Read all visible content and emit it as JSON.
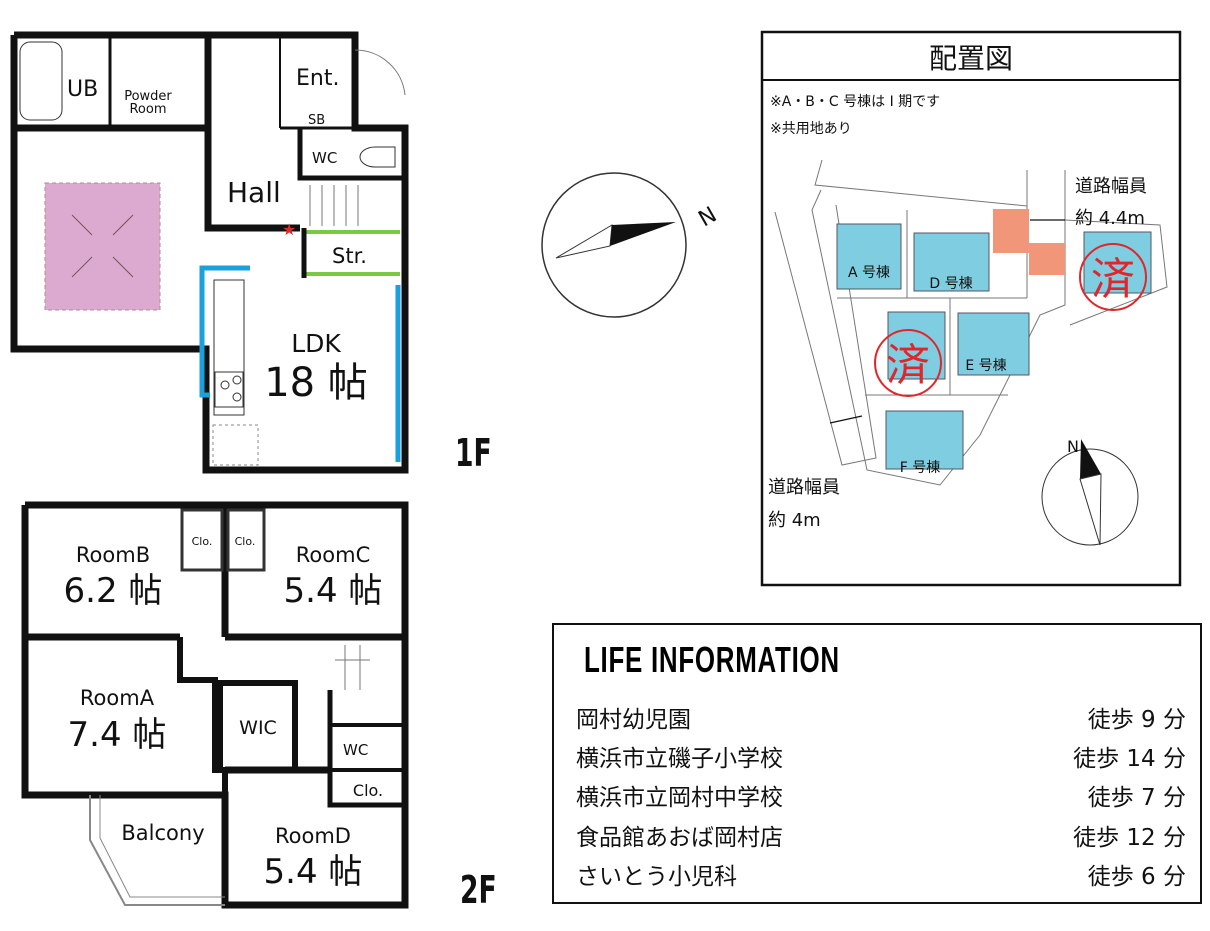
{
  "floor1": {
    "label": "1F",
    "rooms": {
      "ub": "UB",
      "powder_line1": "Powder",
      "powder_line2": "Room",
      "ent": "Ent.",
      "sb": "SB",
      "wc": "WC",
      "hall": "Hall",
      "str": "Str.",
      "ldk": "LDK",
      "ldk_size": "18 帖"
    }
  },
  "floor2": {
    "label": "2F",
    "rooms": {
      "roomb": "RoomB",
      "roomb_size": "6.2 帖",
      "roomc": "RoomC",
      "roomc_size": "5.4 帖",
      "rooma": "RoomA",
      "rooma_size": "7.4 帖",
      "roomd": "RoomD",
      "roomd_size": "5.4 帖",
      "clo1": "Clo.",
      "clo2": "Clo.",
      "clo3": "Clo.",
      "wic": "WIC",
      "wc": "WC",
      "balcony": "Balcony"
    }
  },
  "compass": {
    "north": "N"
  },
  "site_map": {
    "title": "配置図",
    "notes": [
      "※A・B・C 号棟は I 期です",
      "※共用地あり"
    ],
    "road_top": [
      "道路幅員",
      "約 4.4m"
    ],
    "road_left": [
      "道路幅員",
      "約 4m"
    ],
    "buildings": {
      "a": "A 号棟",
      "d": "D 号棟",
      "e": "E 号棟",
      "f": "F 号棟"
    },
    "sold_stamp": "済",
    "north": "N",
    "colors": {
      "building": "#7fcde0",
      "common": "#f2967a",
      "stamp": "#e0262b"
    }
  },
  "life_info": {
    "title": "LIFE INFORMATION",
    "items": [
      {
        "name": "岡村幼児園",
        "time": "徒歩 9 分"
      },
      {
        "name": "横浜市立磯子小学校",
        "time": "徒歩 14 分"
      },
      {
        "name": "横浜市立岡村中学校",
        "time": "徒歩 7 分"
      },
      {
        "name": "食品館あおば岡村店",
        "time": "徒歩 12 分"
      },
      {
        "name": "さいとう小児科",
        "time": "徒歩 6 分"
      }
    ]
  }
}
